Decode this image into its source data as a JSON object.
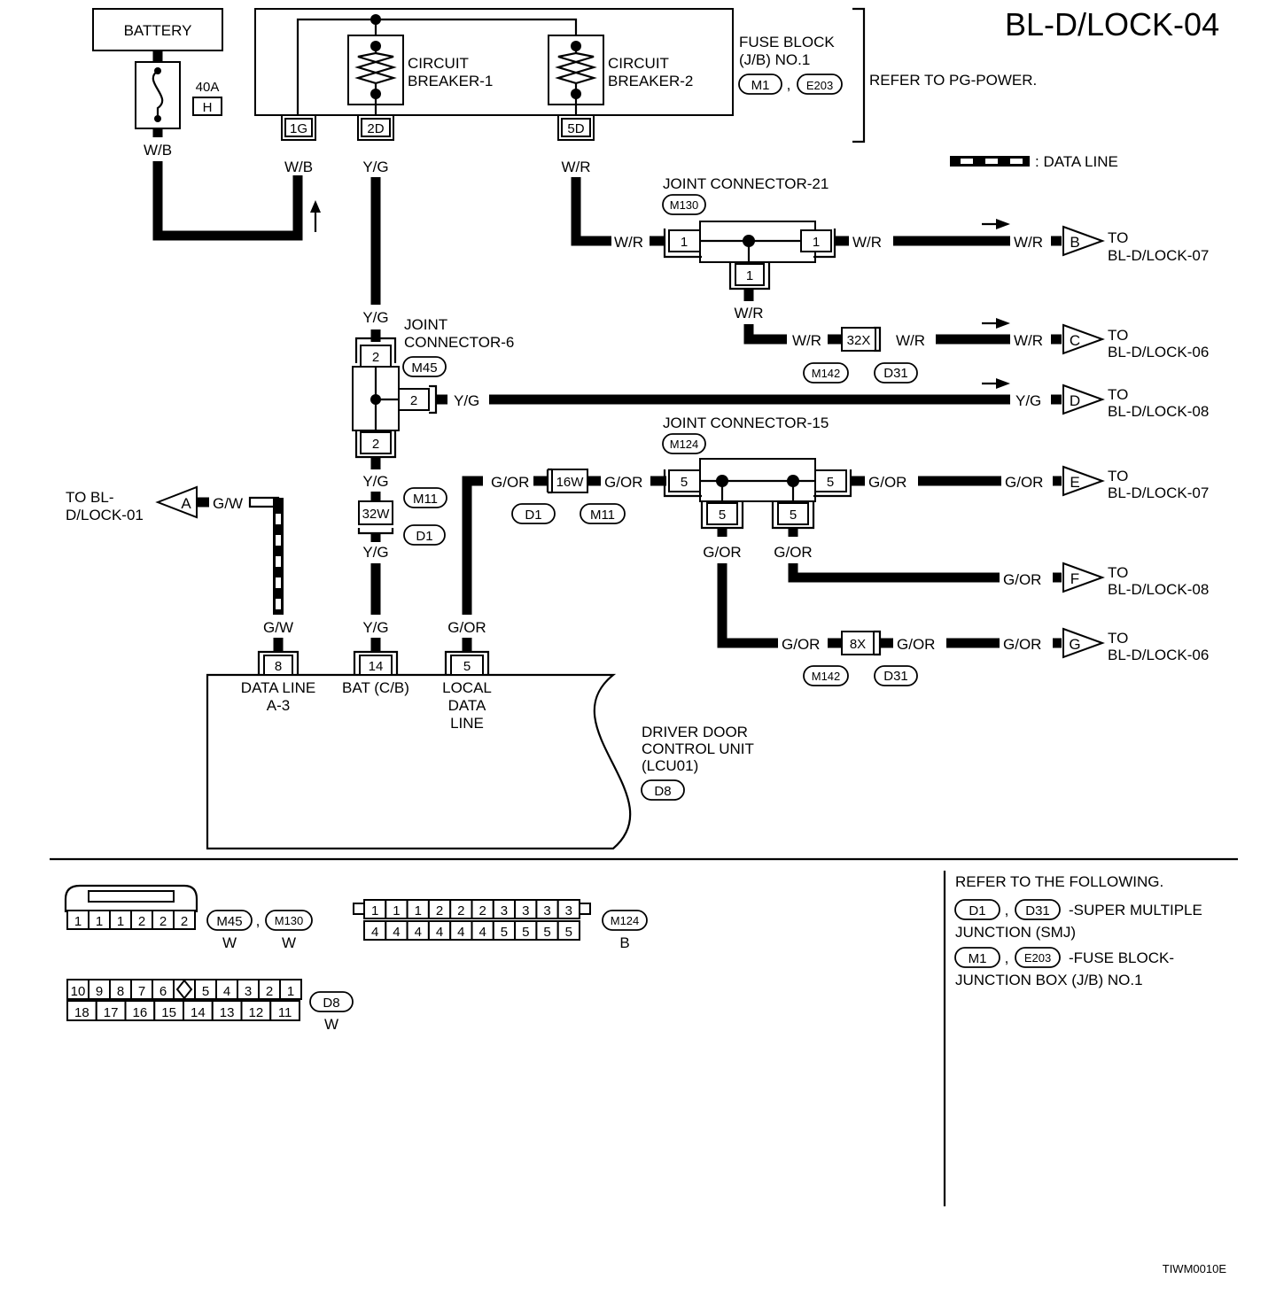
{
  "title": "BL-D/LOCK-04",
  "image_id": "TIWM0010E",
  "battery": {
    "label": "BATTERY"
  },
  "fusible_link": {
    "rating": "40A",
    "letter": "H"
  },
  "fuse_block": {
    "line1": "FUSE BLOCK",
    "line2": "(J/B) NO.1",
    "conn1": "M1",
    "conn2": "E203",
    "sep": ",",
    "refer": "REFER TO PG-POWER."
  },
  "breakers": [
    {
      "line1": "CIRCUIT",
      "line2": "BREAKER-1"
    },
    {
      "line1": "CIRCUIT",
      "line2": "BREAKER-2"
    }
  ],
  "fuse_terms": [
    "1G",
    "2D",
    "5D"
  ],
  "legend": {
    "data_line": ": DATA LINE"
  },
  "wires": {
    "wb": "W/B",
    "yg": "Y/G",
    "wr": "W/R",
    "gor": "G/OR",
    "gw": "G/W"
  },
  "jc21": {
    "name": "JOINT CONNECTOR-21",
    "conn": "M130",
    "pin": "1"
  },
  "jc6": {
    "name1": "JOINT",
    "name2": "CONNECTOR-6",
    "conn": "M45",
    "pin": "2"
  },
  "jc15": {
    "name": "JOINT CONNECTOR-15",
    "conn": "M124",
    "pin": "5"
  },
  "inline": {
    "c32x": "32X",
    "c16w": "16W",
    "c32w": "32W",
    "c8x": "8X",
    "m142": "M142",
    "d31": "D31",
    "d1": "D1",
    "m11": "M11"
  },
  "offpage": [
    {
      "letter": "B",
      "to": "TO",
      "ref": "BL-D/LOCK-07"
    },
    {
      "letter": "C",
      "to": "TO",
      "ref": "BL-D/LOCK-06"
    },
    {
      "letter": "D",
      "to": "TO",
      "ref": "BL-D/LOCK-08"
    },
    {
      "letter": "E",
      "to": "TO",
      "ref": "BL-D/LOCK-07"
    },
    {
      "letter": "F",
      "to": "TO",
      "ref": "BL-D/LOCK-08"
    },
    {
      "letter": "G",
      "to": "TO",
      "ref": "BL-D/LOCK-06"
    }
  ],
  "offpage_a": {
    "letter": "A",
    "line1": "TO BL-",
    "line2": "D/LOCK-01"
  },
  "ddcu": {
    "pins": [
      {
        "num": "8",
        "l1": "DATA LINE",
        "l2": "A-3",
        "l3": ""
      },
      {
        "num": "14",
        "l1": "BAT (C/B)",
        "l2": "",
        "l3": ""
      },
      {
        "num": "5",
        "l1": "LOCAL",
        "l2": "DATA",
        "l3": "LINE"
      }
    ],
    "name1": "DRIVER DOOR",
    "name2": "CONTROL UNIT",
    "name3": "(LCU01)",
    "conn": "D8"
  },
  "connectors": {
    "m45_row": [
      "1",
      "1",
      "1",
      "2",
      "2",
      "2"
    ],
    "m45_label": "M45",
    "m130_label": "M130",
    "m45_sep": ",",
    "m45_color": "W",
    "m130_color": "W",
    "m124_top": [
      "1",
      "1",
      "1",
      "2",
      "2",
      "2",
      "3",
      "3",
      "3",
      "3"
    ],
    "m124_bottom": [
      "4",
      "4",
      "4",
      "4",
      "4",
      "4",
      "5",
      "5",
      "5",
      "5"
    ],
    "m124_label": "M124",
    "m124_color": "B",
    "d8_top": [
      "10",
      "9",
      "8",
      "7",
      "6",
      "",
      "5",
      "4",
      "3",
      "2",
      "1"
    ],
    "d8_bottom": [
      "18",
      "17",
      "16",
      "15",
      "14",
      "13",
      "12",
      "11"
    ],
    "d8_label": "D8",
    "d8_color": "W"
  },
  "refer": {
    "heading": "REFER TO THE FOLLOWING.",
    "item1_c1": "D1",
    "item1_c2": "D31",
    "item1_sep": ",",
    "item1_l1": "-SUPER MULTIPLE",
    "item1_l2": "JUNCTION (SMJ)",
    "item2_c1": "M1",
    "item2_c2": "E203",
    "item2_sep": ",",
    "item2_l1": "-FUSE BLOCK-",
    "item2_l2": "JUNCTION BOX (J/B) NO.1"
  }
}
